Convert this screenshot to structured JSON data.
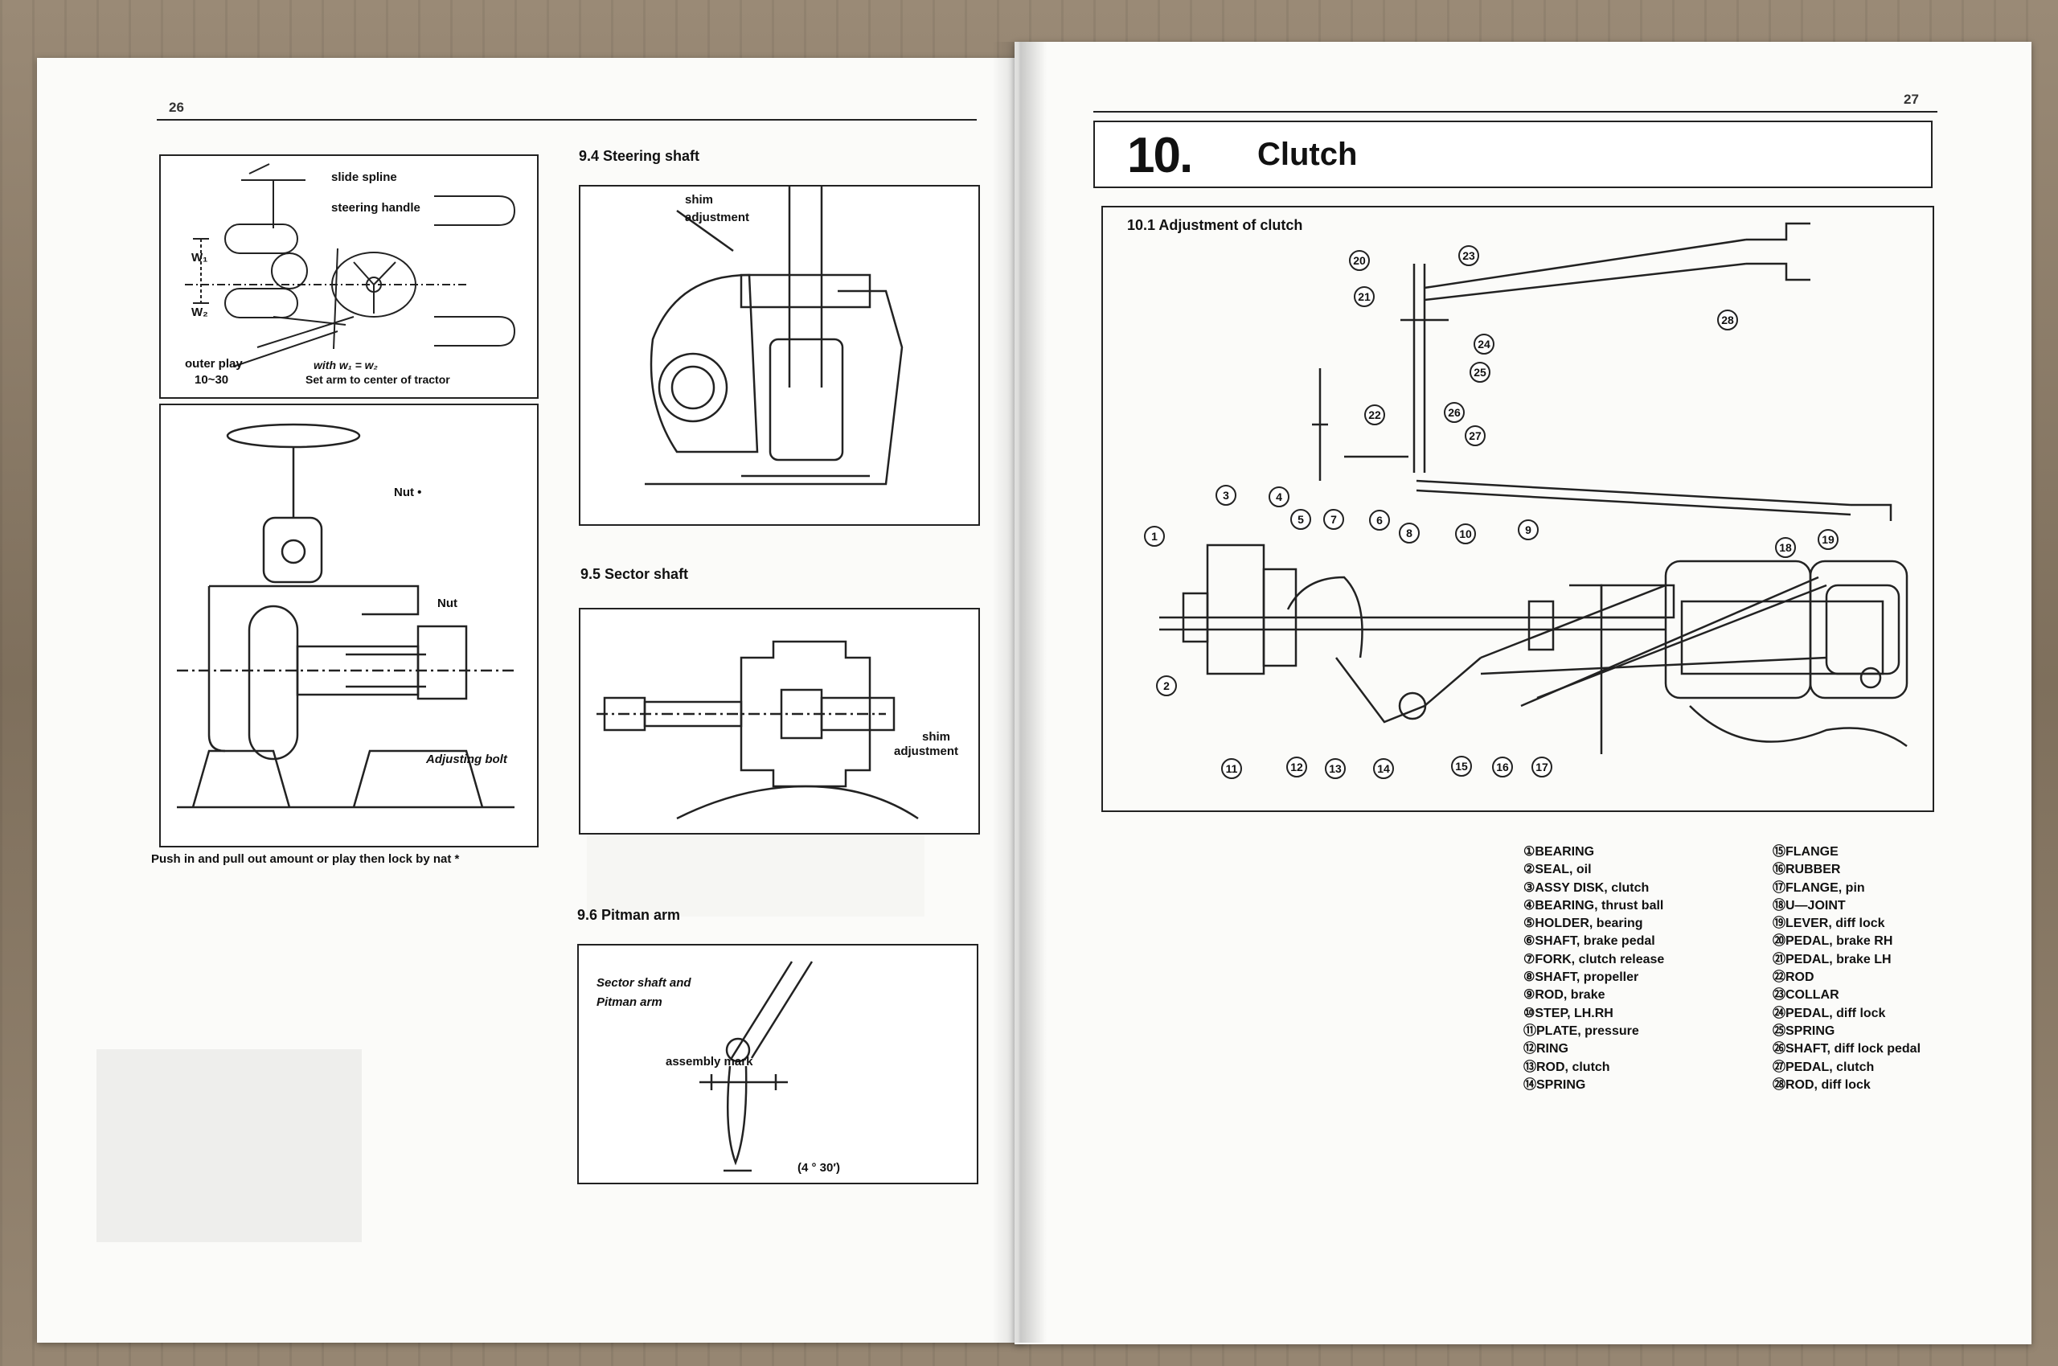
{
  "left_page": {
    "page_number": "26",
    "fig_toe": {
      "labels": {
        "slide_spline": "slide spline",
        "steering_handle": "steering handle",
        "w1": "W₁",
        "w2": "W₂",
        "outer_play": "outer play",
        "outer_play_value": "10~30",
        "with_equal": "with w₁ = w₂",
        "set_arm": "Set arm  to  center of tractor"
      }
    },
    "fig_nut": {
      "labels": {
        "nut_top": "Nut •",
        "nut": "Nut",
        "adjusting_bolt": "Adjusting bolt"
      }
    },
    "caption": "Push in and pull out amount or play then lock by nat *",
    "sec_9_4": {
      "title": "9.4  Steering shaft",
      "labels": {
        "shim": "shim",
        "adjustment": "adjustment"
      }
    },
    "sec_9_5": {
      "title": "9.5  Sector shaft",
      "labels": {
        "shim": "shim",
        "adjustment": "adjustment"
      }
    },
    "sec_9_6": {
      "title": "9.6  Pitman arm",
      "labels": {
        "sector_shaft_and": "Sector shaft and",
        "pitman_arm": "Pitman arm",
        "assembly_mark": "assembly mark",
        "angle": "(4 ° 30′)"
      }
    }
  },
  "right_page": {
    "page_number": "27",
    "chapter": {
      "number": "10.",
      "name": "Clutch"
    },
    "sec_10_1": {
      "title": "10.1  Adjustment of clutch"
    },
    "callouts": [
      "1",
      "2",
      "3",
      "4",
      "5",
      "6",
      "7",
      "8",
      "9",
      "10",
      "11",
      "12",
      "13",
      "14",
      "15",
      "16",
      "17",
      "18",
      "19",
      "20",
      "21",
      "22",
      "23",
      "24",
      "25",
      "26",
      "27",
      "28"
    ],
    "legend_left": [
      "①BEARING",
      "②SEAL, oil",
      "③ASSY DISK, clutch",
      "④BEARING, thrust ball",
      "⑤HOLDER, bearing",
      "⑥SHAFT, brake pedal",
      "⑦FORK, clutch release",
      "⑧SHAFT, propeller",
      "⑨ROD, brake",
      "⑩STEP, LH.RH",
      "⑪PLATE, pressure",
      "⑫RING",
      "⑬ROD, clutch",
      "⑭SPRING"
    ],
    "legend_right": [
      "⑮FLANGE",
      "⑯RUBBER",
      "⑰FLANGE, pin",
      "⑱U—JOINT",
      "⑲LEVER, diff lock",
      "⑳PEDAL, brake RH",
      "㉑PEDAL, brake LH",
      "㉒ROD",
      "㉓COLLAR",
      "㉔PEDAL, diff lock",
      "㉕SPRING",
      "㉖SHAFT, diff lock pedal",
      "㉗PEDAL, clutch",
      "㉘ROD, diff lock"
    ]
  }
}
